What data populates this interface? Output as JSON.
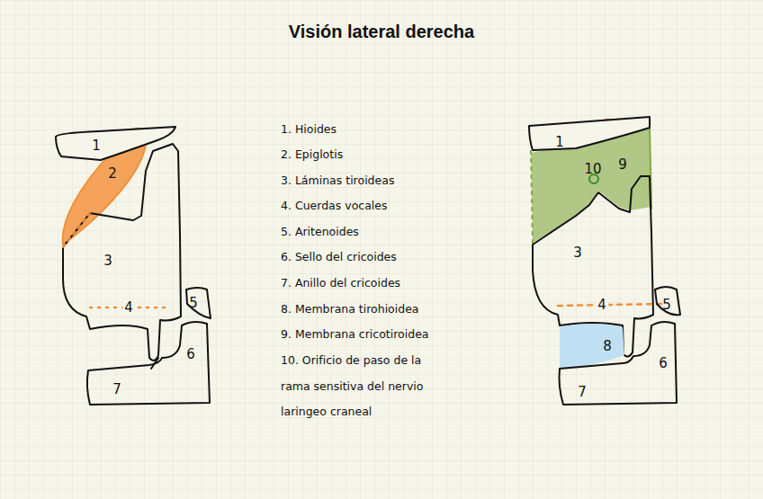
{
  "diagram": {
    "title": "Visión lateral derecha",
    "labels": [
      "1",
      "2",
      "3",
      "4",
      "5",
      "6",
      "7",
      "1",
      "10",
      "9",
      "3",
      "4",
      "5",
      "8",
      "6",
      "7",
      "1. Hioides",
      "2. Epiglotis",
      "3. Láminas tiroideas",
      "4. Cuerdas vocales",
      "5. Aritenoides",
      "6. Sello del cricoides",
      "7. Anillo del cricoides",
      "8. Membrana tirohioidea",
      "9. Membrana cricotiroidea",
      "10. Orificio de paso de la rama sensitiva del nervio laringeo craneal"
    ]
  }
}
